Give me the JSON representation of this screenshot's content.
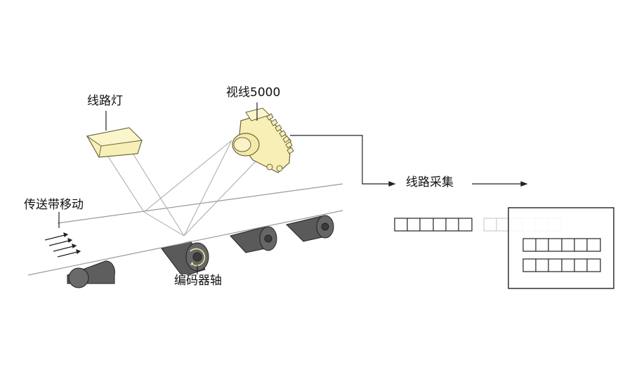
{
  "labels": {
    "line_light": "线路灯",
    "camera": "视线5000",
    "conveyor": "传送带移动",
    "encoder": "编码器轴",
    "acquisition": "线路采集"
  },
  "pixel_rows": {
    "row_strip_dark_cells": 6,
    "row_strip_faded_cells": 6,
    "screen_row_cells": 6,
    "screen_rows": 2
  },
  "colors": {
    "line_dark": "#222222",
    "beam_gray": "#9a9a9a",
    "device_fill": "#f7efb5",
    "device_stroke": "#6a6440",
    "roller_fill": "#5e5e5e",
    "faded_cell": "#cfcfcf"
  }
}
